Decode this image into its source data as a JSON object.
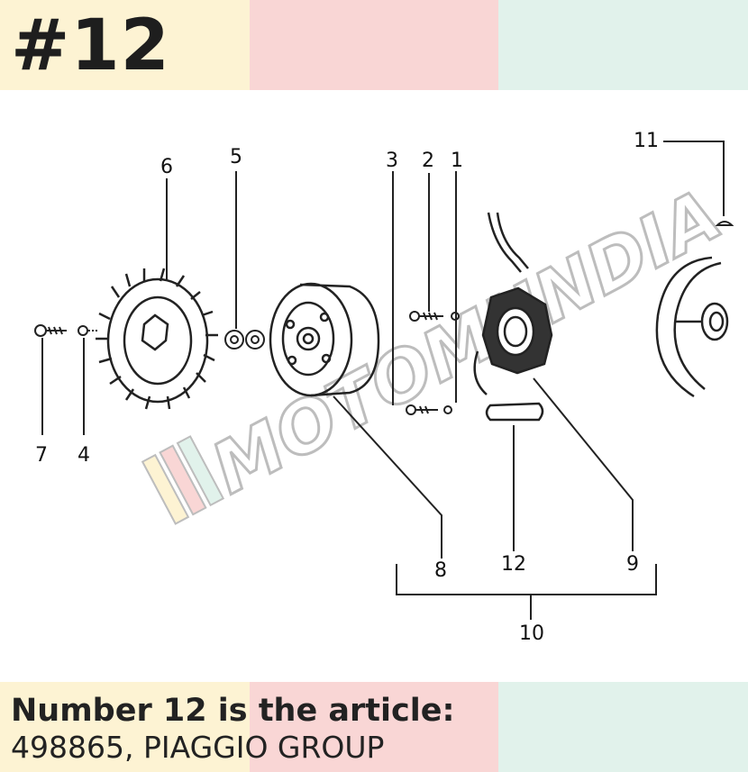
{
  "header": {
    "title": "#12",
    "band_colors": [
      "#fdf3d3",
      "#f9d6d5",
      "#e1f2eb"
    ]
  },
  "diagram": {
    "part_numbers": [
      "1",
      "2",
      "3",
      "4",
      "5",
      "6",
      "7",
      "8",
      "9",
      "10",
      "11",
      "12"
    ],
    "watermark": "MOTOMUNDIA",
    "watermark_stripe_colors": [
      "#fdf3d3",
      "#f9d6d5",
      "#e1f2eb"
    ]
  },
  "footer": {
    "line1": "Number 12 is the article:",
    "line2": "498865, PIAGGIO GROUP"
  }
}
